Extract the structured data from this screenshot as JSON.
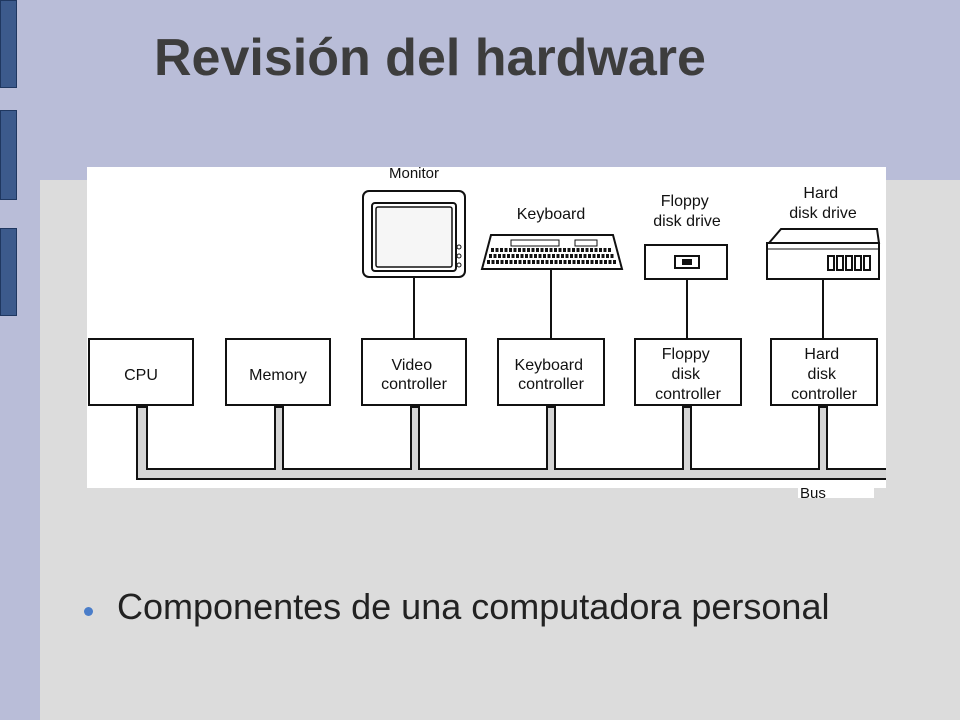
{
  "slide": {
    "title": "Revisión del hardware",
    "bullets": [
      "Componentes de una computadora personal"
    ]
  },
  "colors": {
    "header_bg": "#b9bdd8",
    "content_bg": "#dcdcdc",
    "sidebar_bar": "#3c5a8c",
    "bullet": "#4a7dc9",
    "title_text": "#3d3d3d"
  },
  "diagram": {
    "controllers": [
      {
        "key": "cpu",
        "lines": [
          "CPU"
        ]
      },
      {
        "key": "memory",
        "lines": [
          "Memory"
        ]
      },
      {
        "key": "video",
        "lines": [
          "Video",
          "controller"
        ]
      },
      {
        "key": "keyboard",
        "lines": [
          "Keyboard",
          "controller"
        ]
      },
      {
        "key": "floppy",
        "lines": [
          "Floppy",
          "disk",
          "controller"
        ]
      },
      {
        "key": "harddisk",
        "lines": [
          "Hard",
          "disk",
          "controller"
        ]
      }
    ],
    "devices": [
      {
        "key": "monitor",
        "lines": [
          "Monitor"
        ],
        "icon": "monitor-icon"
      },
      {
        "key": "keyboard",
        "lines": [
          "Keyboard"
        ],
        "icon": "keyboard-icon"
      },
      {
        "key": "floppy",
        "lines": [
          "Floppy",
          "disk drive"
        ],
        "icon": "floppy-drive-icon"
      },
      {
        "key": "harddisk",
        "lines": [
          "Hard",
          "disk drive"
        ],
        "icon": "hard-disk-drive-icon"
      }
    ],
    "bus_label": "Bus"
  }
}
